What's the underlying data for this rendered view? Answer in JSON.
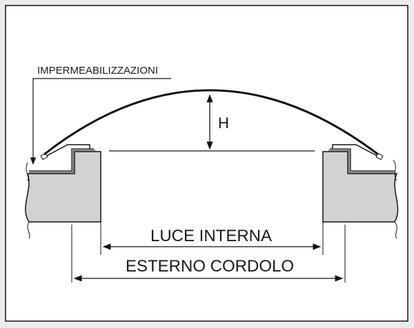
{
  "labels": {
    "waterproofing": "IMPERMEABILIZZAZIONI",
    "height": "H",
    "inner_span": "LUCE INTERNA",
    "outer_curb": "ESTERNO CORDOLO"
  },
  "colors": {
    "frame_bg": "#ececec",
    "wall_fill": "#d2d2d2",
    "line": "#111111",
    "panel": "#ffffff"
  }
}
